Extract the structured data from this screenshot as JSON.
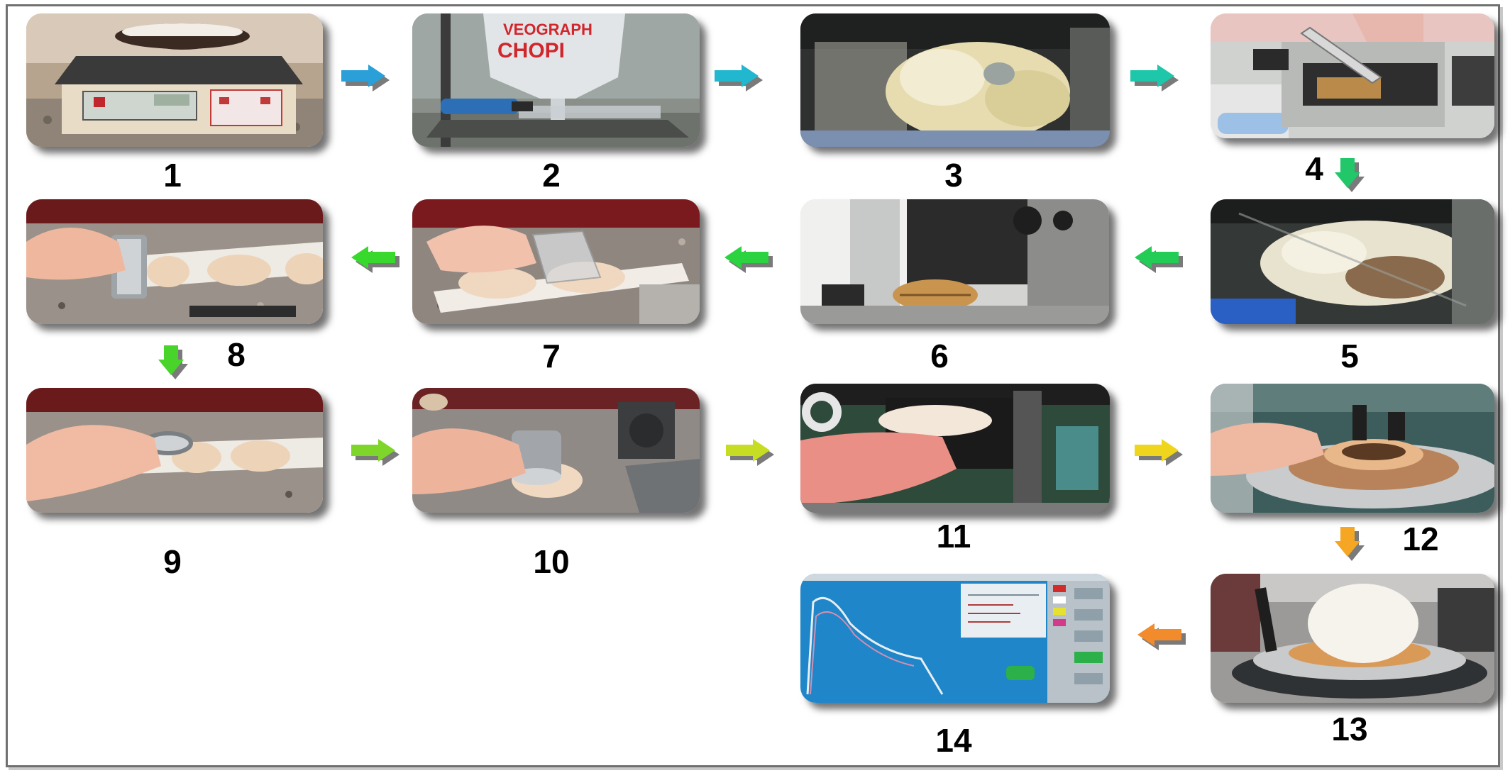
{
  "steps": [
    {
      "id": 1,
      "label": "1"
    },
    {
      "id": 2,
      "label": "2"
    },
    {
      "id": 3,
      "label": "3"
    },
    {
      "id": 4,
      "label": "4"
    },
    {
      "id": 5,
      "label": "5"
    },
    {
      "id": 6,
      "label": "6"
    },
    {
      "id": 7,
      "label": "7"
    },
    {
      "id": 8,
      "label": "8"
    },
    {
      "id": 9,
      "label": "9"
    },
    {
      "id": 10,
      "label": "10"
    },
    {
      "id": 11,
      "label": "11"
    },
    {
      "id": 12,
      "label": "12"
    },
    {
      "id": 13,
      "label": "13"
    },
    {
      "id": 14,
      "label": "14"
    }
  ],
  "photo_text": {
    "bottle_line1": "VEOGRAPH",
    "bottle_line2": "CHOPI"
  },
  "arrow_colors": {
    "row1": [
      "#2a9fd8",
      "#21b7cf",
      "#1ec7a9"
    ],
    "down1": "#22c76a",
    "row2": [
      "#22cc55",
      "#2ad33f",
      "#38d82c"
    ],
    "down2": "#48d42a",
    "row3": [
      "#7fd62a",
      "#c6dd24",
      "#efd51c"
    ],
    "down3": "#f5a623",
    "row4": [
      "#f28b2c"
    ]
  }
}
